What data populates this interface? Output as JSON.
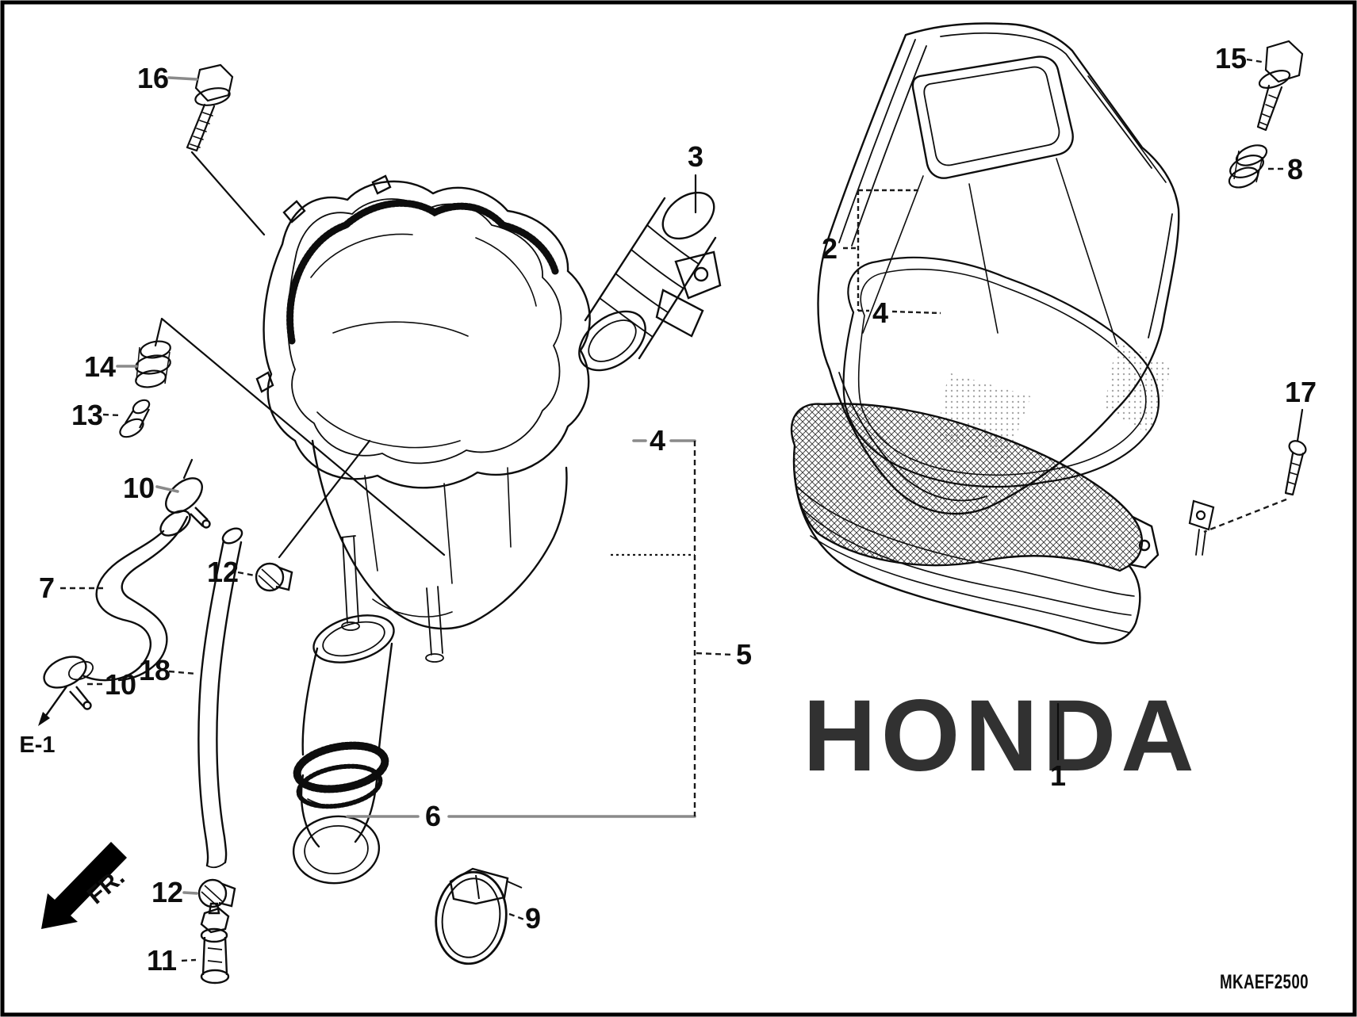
{
  "diagram": {
    "code": "MKAEF2500",
    "frame_ref": "E-1",
    "front_label": "FR.",
    "watermark": "HONDA",
    "ink_color": "#0d0d0d",
    "background_color": "#ffffff",
    "leader_gray": "#8a8a8a"
  },
  "callouts": [
    {
      "key": "16",
      "num": "16"
    },
    {
      "key": "3",
      "num": "3"
    },
    {
      "key": "15",
      "num": "15"
    },
    {
      "key": "8",
      "num": "8"
    },
    {
      "key": "2",
      "num": "2"
    },
    {
      "key": "4-right",
      "num": "4"
    },
    {
      "key": "14",
      "num": "14"
    },
    {
      "key": "13",
      "num": "13"
    },
    {
      "key": "17",
      "num": "17"
    },
    {
      "key": "10-upper",
      "num": "10"
    },
    {
      "key": "4-left",
      "num": "4"
    },
    {
      "key": "12-upper",
      "num": "12"
    },
    {
      "key": "7",
      "num": "7"
    },
    {
      "key": "5",
      "num": "5"
    },
    {
      "key": "10-lower",
      "num": "10"
    },
    {
      "key": "18",
      "num": "18"
    },
    {
      "key": "6",
      "num": "6"
    },
    {
      "key": "1",
      "num": "1"
    },
    {
      "key": "12-lower",
      "num": "12"
    },
    {
      "key": "9",
      "num": "9"
    },
    {
      "key": "11",
      "num": "11"
    }
  ]
}
